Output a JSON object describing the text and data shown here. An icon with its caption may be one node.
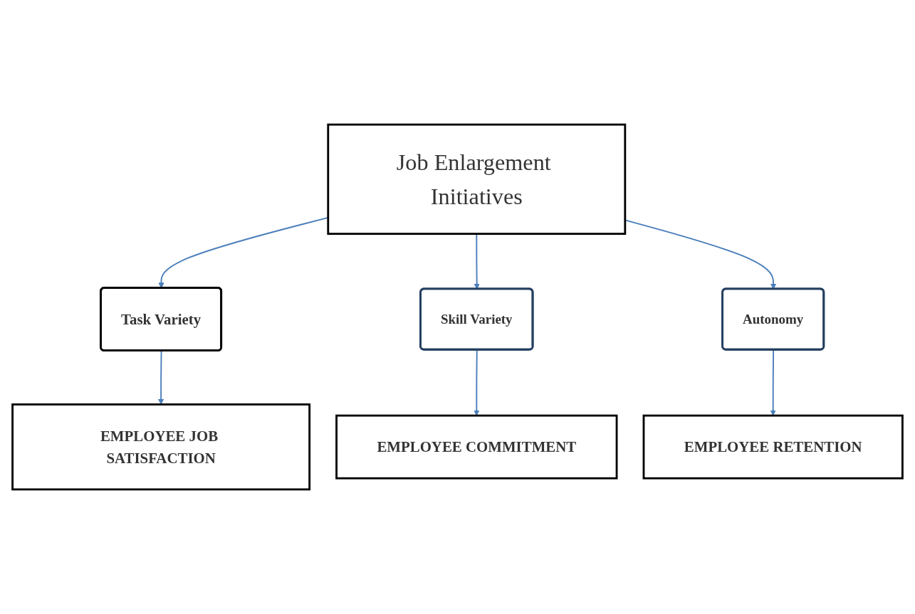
{
  "diagram": {
    "nodes": [
      {
        "text": [
          "Job Enlargement Initiatives"
        ]
      },
      {
        "text": [
          "Task Variety"
        ]
      },
      {
        "text": [
          "Skill Variety"
        ]
      },
      {
        "text": [
          "Autonomy"
        ]
      },
      {
        "text": [
          "EMPLOYEE JOB SATISFACTION"
        ]
      },
      {
        "text": [
          "EMPLOYEE COMMITMENT"
        ]
      },
      {
        "text": [
          "EMPLOYEE RETENTION"
        ]
      }
    ],
    "edges": [
      {
        "from": 0,
        "to": 1,
        "arrow": "to"
      },
      {
        "from": 0,
        "to": 2,
        "arrow": "to"
      },
      {
        "from": 0,
        "to": 3,
        "arrow": "to"
      },
      {
        "from": 1,
        "to": 4,
        "arrow": "to"
      },
      {
        "from": 2,
        "to": 5,
        "arrow": "to"
      },
      {
        "from": 3,
        "to": 6,
        "arrow": "to"
      }
    ]
  }
}
